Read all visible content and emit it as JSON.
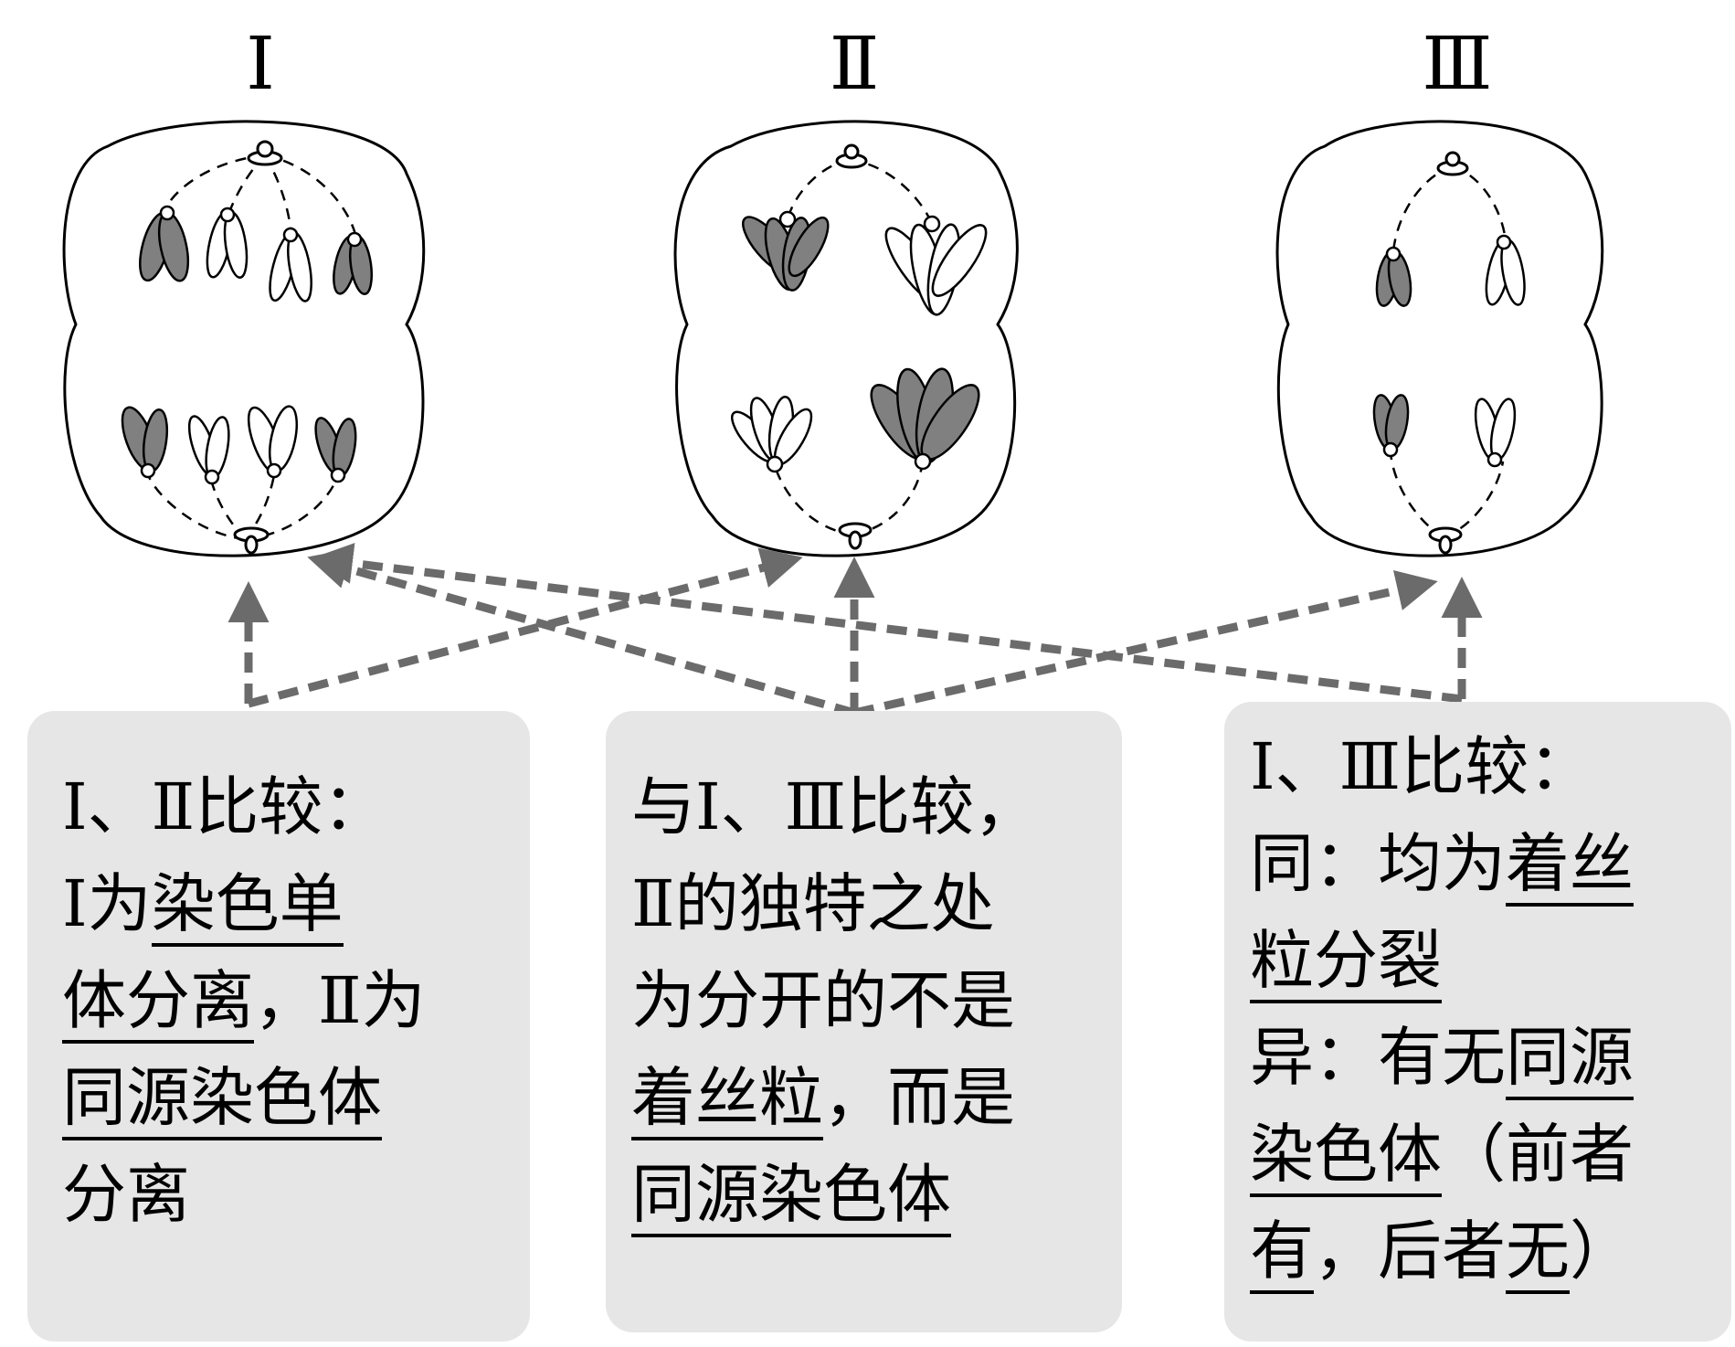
{
  "cell_labels": [
    "Ⅰ",
    "Ⅱ",
    "Ⅲ"
  ],
  "colors": {
    "cell_outline": "#000000",
    "dark_chromosome": "#808080",
    "arrow": "#6b6b6b",
    "box_background": "#e6e6e6"
  },
  "boxes": [
    {
      "lines": [
        [
          {
            "t": "Ⅰ、Ⅱ比较："
          }
        ],
        [
          {
            "t": "Ⅰ为"
          },
          {
            "t": "染色单",
            "u": true
          }
        ],
        [
          {
            "t": "体分离",
            "u": true
          },
          {
            "t": "，Ⅱ为"
          }
        ],
        [
          {
            "t": "同源染色体",
            "u": true
          }
        ],
        [
          {
            "t": "分离"
          }
        ]
      ]
    },
    {
      "lines": [
        [
          {
            "t": "与Ⅰ、Ⅲ比较，"
          }
        ],
        [
          {
            "t": "Ⅱ的独特之处"
          }
        ],
        [
          {
            "t": "为分开的不是"
          }
        ],
        [
          {
            "t": "着丝粒",
            "u": true
          },
          {
            "t": "，而是"
          }
        ],
        [
          {
            "t": "同源染色体",
            "u": true
          }
        ]
      ]
    },
    {
      "lines": [
        [
          {
            "t": "Ⅰ、Ⅲ比较："
          }
        ],
        [
          {
            "t": "同：均为"
          },
          {
            "t": "着丝",
            "u": true
          }
        ],
        [
          {
            "t": "粒分裂",
            "u": true
          }
        ],
        [
          {
            "t": "异：有无"
          },
          {
            "t": "同源",
            "u": true
          }
        ],
        [
          {
            "t": "染色体",
            "u": true
          },
          {
            "t": "（前者"
          }
        ],
        [
          {
            "t": "有",
            "u": true
          },
          {
            "t": "，后者"
          },
          {
            "t": "无",
            "u": true
          },
          {
            "t": "）"
          }
        ]
      ]
    }
  ]
}
